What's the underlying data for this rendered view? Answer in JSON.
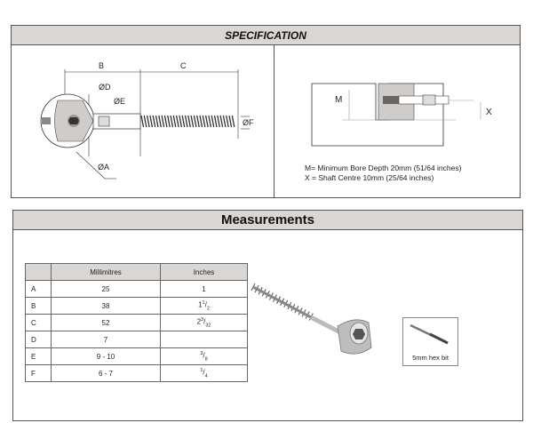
{
  "specification": {
    "title": "SPECIFICATION",
    "diagram_labels": {
      "b": "B",
      "c": "C",
      "d": "ØD",
      "e": "ØE",
      "f": "ØF",
      "a": "ØA",
      "m": "M",
      "x": "X"
    },
    "notes": [
      "M= Minimum Bore Depth 20mm (51/64 inches)",
      "X = Shaft Centre 10mm (25/64 inches)"
    ]
  },
  "measurements": {
    "title": "Measurements",
    "columns": [
      "",
      "Millimitres",
      "Inches"
    ],
    "rows": [
      {
        "label": "A",
        "mm": "25",
        "in_whole": "1",
        "in_num": "",
        "in_den": ""
      },
      {
        "label": "B",
        "mm": "38",
        "in_whole": "1",
        "in_num": "1",
        "in_den": "2"
      },
      {
        "label": "C",
        "mm": "52",
        "in_whole": "2",
        "in_num": "3",
        "in_den": "32"
      },
      {
        "label": "D",
        "mm": "7",
        "in_whole": "",
        "in_num": "",
        "in_den": ""
      },
      {
        "label": "E",
        "mm": "9 - 10",
        "in_whole": "",
        "in_num": "3",
        "in_den": "8"
      },
      {
        "label": "F",
        "mm": "6 - 7",
        "in_whole": "",
        "in_num": "1",
        "in_den": "4"
      }
    ],
    "hex_bit_label": "5mm hex bit"
  }
}
